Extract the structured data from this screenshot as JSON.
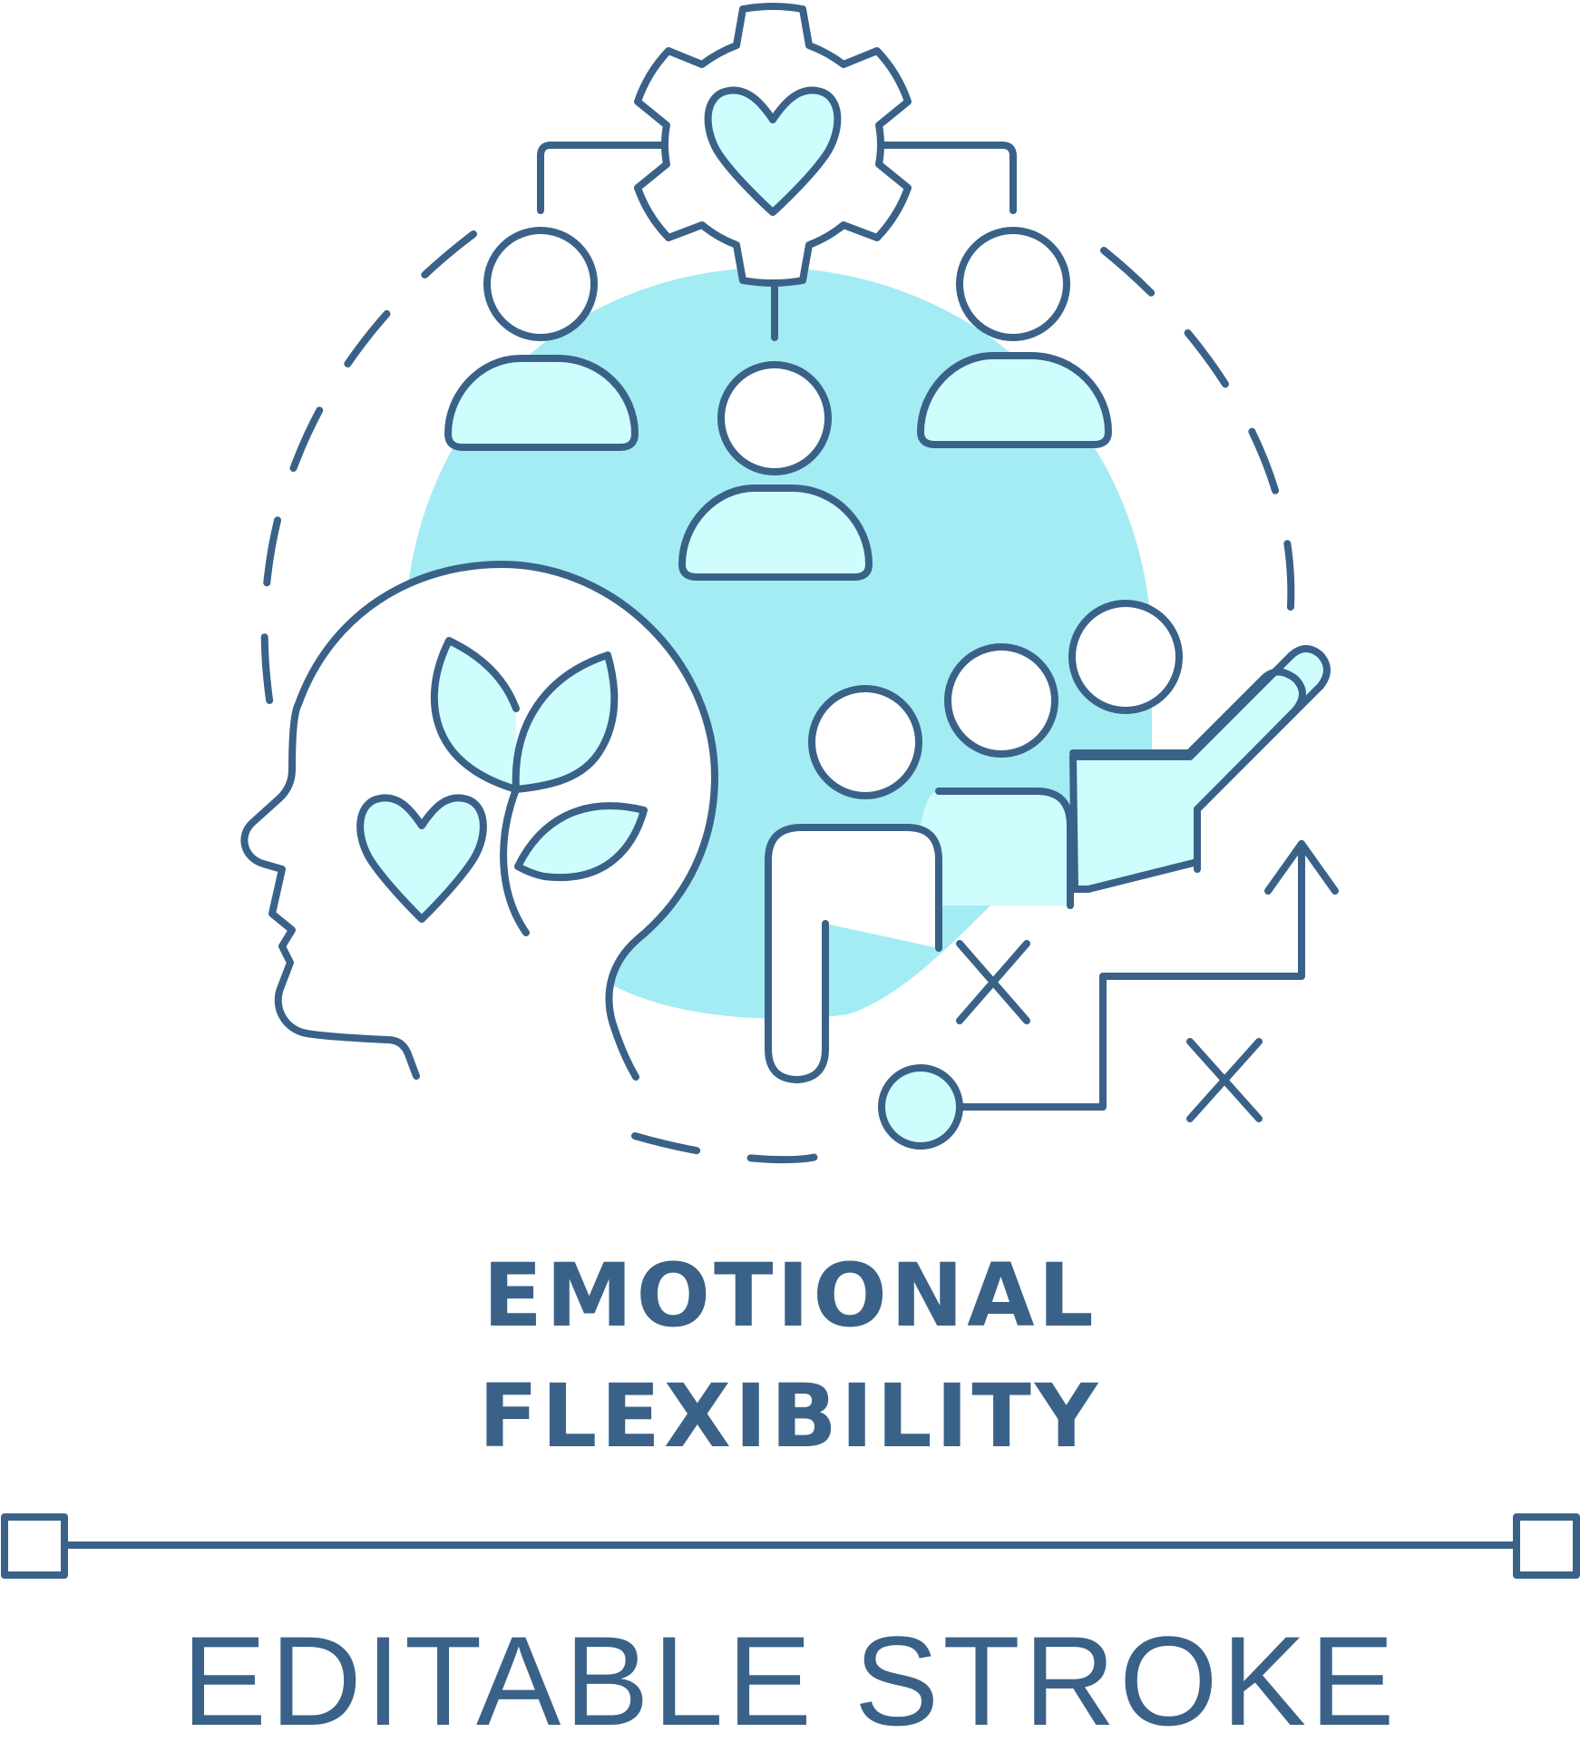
{
  "title": {
    "line1": "EMOTIONAL",
    "line2": "FLEXIBILITY"
  },
  "footer": {
    "label": "EDITABLE STROKE"
  },
  "colors": {
    "stroke": "#3a6288",
    "fill_light": "#cffcfd",
    "fill_circle": "#a4ecf3",
    "background": "#ffffff"
  },
  "icons": [
    "gear-icon",
    "heart-icon",
    "person-icon",
    "head-profile-icon",
    "leaf-icon",
    "arrow-up-icon",
    "cross-icon",
    "node-icon"
  ]
}
